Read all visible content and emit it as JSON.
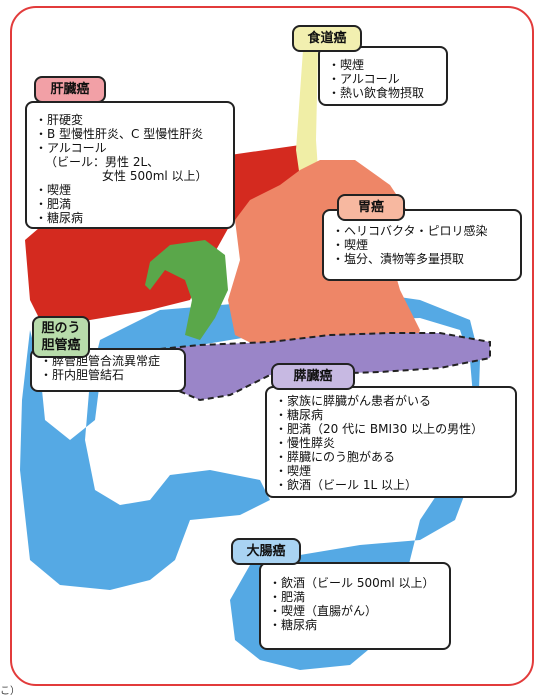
{
  "colors": {
    "frame": "#e23b3b",
    "liver": "#d42a1f",
    "esophagus": "#f0eea6",
    "stomach": "#ee8667",
    "gallbladder": "#5aa74a",
    "pancreas": "#9a85c8",
    "intestine": "#55a9e4"
  },
  "esophageal": {
    "title": "食道癌",
    "tag_color": "#f2efb0",
    "items": [
      "・喫煙",
      "・アルコール",
      "・熱い飲食物摂取"
    ]
  },
  "liver": {
    "title": "肝臓癌",
    "tag_color": "#f2a0a6",
    "items": [
      {
        "text": "・肝硬変",
        "indent": 0
      },
      {
        "text": "・B 型慢性肝炎、C 型慢性肝炎",
        "indent": 0
      },
      {
        "text": "・アルコール",
        "indent": 0
      },
      {
        "text": "（ビール：男性 2L、",
        "indent": 1
      },
      {
        "text": "女性 500ml 以上）",
        "indent": 2
      },
      {
        "text": "・喫煙",
        "indent": 0
      },
      {
        "text": "・肥満",
        "indent": 0
      },
      {
        "text": "・糖尿病",
        "indent": 0
      }
    ]
  },
  "stomach": {
    "title": "胃癌",
    "tag_color": "#f7b8a0",
    "items": [
      "・ヘリコバクタ・ピロリ感染",
      "・喫煙",
      "・塩分、漬物等多量摂取"
    ]
  },
  "biliary": {
    "title_line1": "胆のう",
    "title_line2": "胆管癌",
    "tag_color": "#b8dcab",
    "items": [
      "・膵管胆管合流異常症",
      "・肝内胆管結石"
    ]
  },
  "pancreatic": {
    "title": "膵臓癌",
    "tag_color": "#c7b9e2",
    "items": [
      "・家族に膵臓がん患者がいる",
      "・糖尿病",
      "・肥満（20 代に BMI30 以上の男性）",
      "・慢性膵炎",
      "・膵臓にのう胞がある",
      "・喫煙",
      "・飲酒（ビール 1L 以上）"
    ]
  },
  "colorectal": {
    "title": "大腸癌",
    "tag_color": "#a9d3f2",
    "items": [
      "・飲酒（ビール 500ml 以上）",
      "・肥満",
      "・喫煙（直腸がん）",
      "・糖尿病"
    ]
  },
  "footnote": "こ）"
}
